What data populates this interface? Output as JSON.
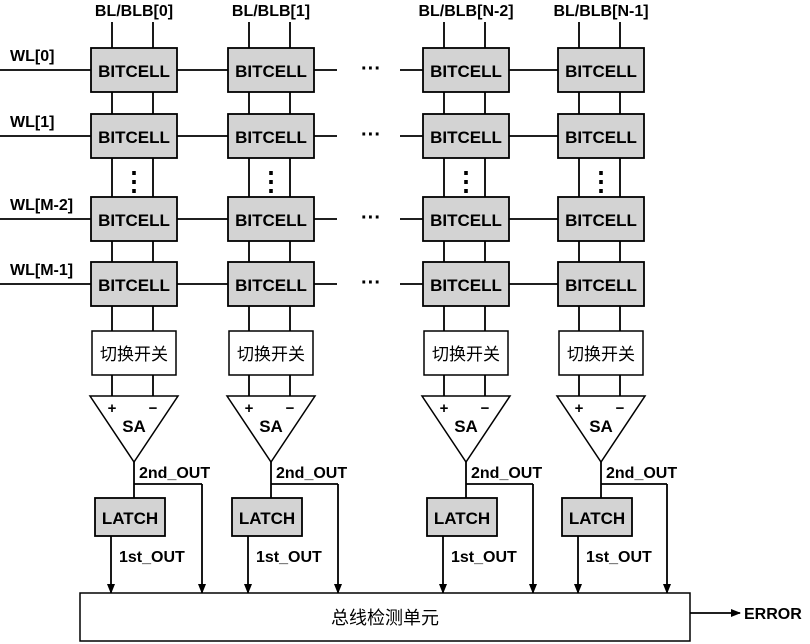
{
  "columns": [
    {
      "bitline": "BL/BLB[0]"
    },
    {
      "bitline": "BL/BLB[1]"
    },
    {
      "bitline": "BL/BLB[N-2]"
    },
    {
      "bitline": "BL/BLB[N-1]"
    }
  ],
  "rows": [
    {
      "wordline": "WL[0]"
    },
    {
      "wordline": "WL[1]"
    },
    {
      "wordline": "WL[M-2]"
    },
    {
      "wordline": "WL[M-1]"
    }
  ],
  "labels": {
    "bitcell": "BITCELL",
    "switch": "切换开关",
    "sense_amp": "SA",
    "plus": "+",
    "minus": "−",
    "second_out": "2nd_OUT",
    "latch": "LATCH",
    "first_out": "1st_OUT",
    "bus_detect": "总线检测单元",
    "error": "ERROR",
    "hdots": "···",
    "vdots": "⋮"
  }
}
